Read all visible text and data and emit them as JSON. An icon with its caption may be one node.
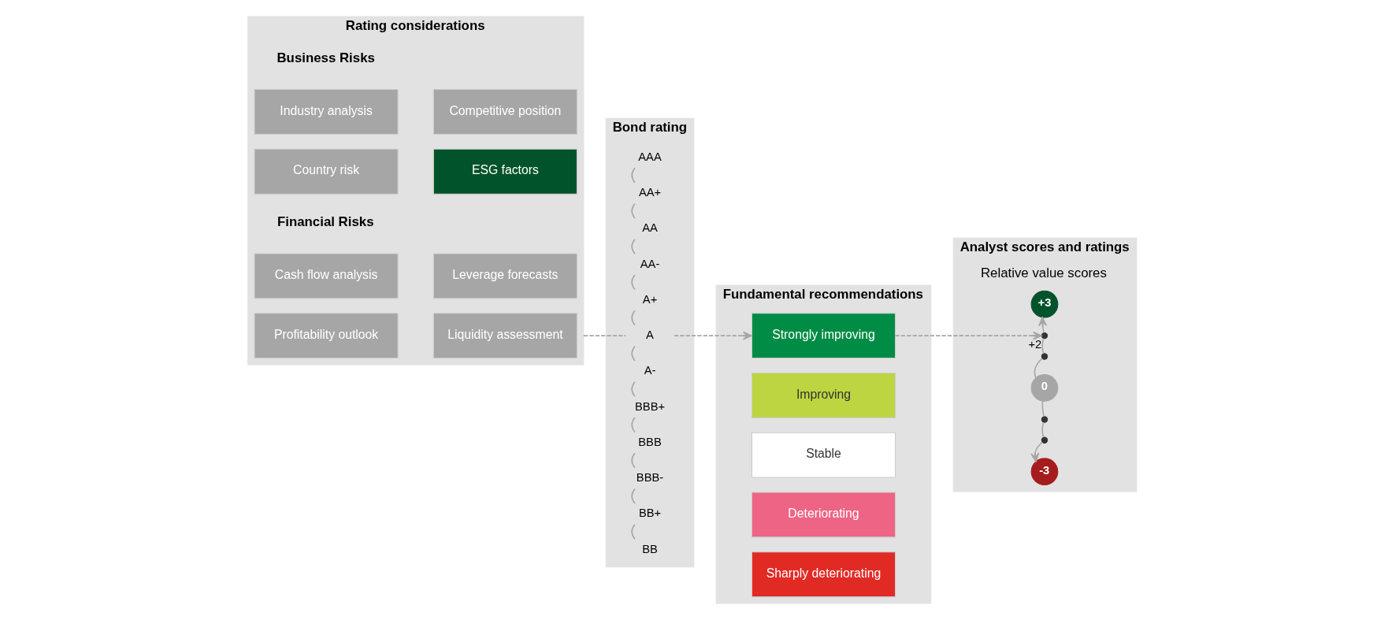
{
  "diagram": {
    "nodes": [
      {
        "text": [
          "Rating considerations"
        ]
      },
      {
        "text": [
          "Industry analysis"
        ],
        "in": 0
      },
      {
        "text": [
          "Competitive position"
        ],
        "in": 0
      },
      {
        "text": [
          "Country risk"
        ],
        "in": 0
      },
      {
        "text": [
          "ESG factors"
        ],
        "in": 0
      },
      {
        "text": [
          "Cash flow analysis"
        ],
        "in": 0
      },
      {
        "text": [
          "Leverage forecasts"
        ],
        "in": 0
      },
      {
        "text": [
          "Profitability outlook"
        ],
        "in": 0
      },
      {
        "text": [
          "Liquidity assessment"
        ],
        "in": 0
      },
      {
        "text": [
          "Bond rating"
        ]
      },
      {
        "text": [
          "AAA"
        ],
        "in": 9
      },
      {
        "text": [
          "AA+"
        ],
        "in": 9
      },
      {
        "text": [
          "AA"
        ],
        "in": 9
      },
      {
        "text": [
          "AA-"
        ],
        "in": 9
      },
      {
        "text": [
          "A+"
        ],
        "in": 9
      },
      {
        "text": [
          "A"
        ],
        "in": 9
      },
      {
        "text": [
          "A-"
        ],
        "in": 9
      },
      {
        "text": [
          "BBB+"
        ],
        "in": 9
      },
      {
        "text": [
          "BBB"
        ],
        "in": 9
      },
      {
        "text": [
          "BBB-"
        ],
        "in": 9
      },
      {
        "text": [
          "BB+"
        ],
        "in": 9
      },
      {
        "text": [
          "BB"
        ],
        "in": 9
      },
      {
        "text": [
          "Fundamental recommendations"
        ]
      },
      {
        "text": [
          "Strongly improving"
        ],
        "in": 22
      },
      {
        "text": [
          "Improving"
        ],
        "in": 22
      },
      {
        "text": [
          "Stable"
        ],
        "in": 22
      },
      {
        "text": [
          "Deteriorating"
        ],
        "in": 22
      },
      {
        "text": [
          "Sharply deteriorating"
        ],
        "in": 22
      },
      {
        "text": [
          "Analyst scores and ratings",
          "Relative value scores"
        ]
      },
      {
        "text": [
          "+3"
        ],
        "in": 28
      },
      {
        "text": [],
        "shape": "circle",
        "beside": [
          "+2"
        ],
        "in": 28
      },
      {
        "text": [],
        "shape": "circle",
        "in": 28
      },
      {
        "text": [
          "0"
        ],
        "in": 28
      },
      {
        "text": [],
        "shape": "circle",
        "in": 28
      },
      {
        "text": [],
        "shape": "circle",
        "in": 28
      },
      {
        "text": [
          "-3"
        ],
        "in": 28
      }
    ],
    "edges": [
      {
        "from": 10,
        "to": 11,
        "arrow": "none"
      },
      {
        "from": 11,
        "to": 12,
        "arrow": "none"
      },
      {
        "from": 12,
        "to": 13,
        "arrow": "none"
      },
      {
        "from": 13,
        "to": 14,
        "arrow": "none"
      },
      {
        "from": 14,
        "to": 15,
        "arrow": "none"
      },
      {
        "from": 15,
        "to": 16,
        "arrow": "none"
      },
      {
        "from": 16,
        "to": 17,
        "arrow": "none"
      },
      {
        "from": 17,
        "to": 18,
        "arrow": "none"
      },
      {
        "from": 18,
        "to": 19,
        "arrow": "none"
      },
      {
        "from": 19,
        "to": 20,
        "arrow": "none"
      },
      {
        "from": 20,
        "to": 21,
        "arrow": "none"
      },
      {
        "from": 0,
        "to": 15,
        "arrow": "none",
        "style": "dashed"
      },
      {
        "from": 15,
        "to": 23,
        "arrow": "to",
        "style": "dashed"
      },
      {
        "from": 23,
        "to": 30,
        "arrow": "to",
        "style": "dashed"
      },
      {
        "from": 30,
        "to": 29,
        "arrow": "to"
      },
      {
        "from": 31,
        "to": 30,
        "arrow": "none"
      },
      {
        "from": 32,
        "to": 31,
        "arrow": "none"
      },
      {
        "from": 32,
        "to": 33,
        "arrow": "none"
      },
      {
        "from": 33,
        "to": 34,
        "arrow": "none"
      },
      {
        "from": 34,
        "to": 35,
        "arrow": "to"
      }
    ],
    "labels": [
      "Business Risks",
      "Financial Risks"
    ]
  }
}
